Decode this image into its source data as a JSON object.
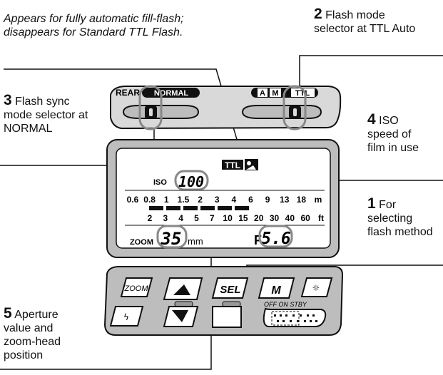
{
  "annotations": {
    "fill_flash_note": "Appears for fully automatic fill-flash; disappears for Standard TTL Flash.",
    "callout_2": {
      "num": "2",
      "text": "Flash mode selector at TTL Auto"
    },
    "callout_3": {
      "num": "3",
      "text": "Flash sync mode selector at NORMAL"
    },
    "callout_4": {
      "num": "4",
      "text": "ISO speed of film in use"
    },
    "callout_1": {
      "num": "1",
      "text": "For selecting flash method"
    },
    "callout_5": {
      "num": "5",
      "text": "Aperture value and zoom-head position"
    }
  },
  "top_panel": {
    "sync_labels": {
      "rear": "REAR",
      "normal": "NORMAL"
    },
    "mode_labels": {
      "a": "A",
      "m": "M",
      "ttl": "TTL"
    }
  },
  "lcd": {
    "ttl_badge": "TTL",
    "iso_label": "ISO",
    "iso_value": "100",
    "meter_scale": [
      "0.6",
      "0.8",
      "1",
      "1.5",
      "2",
      "3",
      "4",
      "6",
      "9",
      "13",
      "18",
      "m"
    ],
    "feet_scale": [
      "2",
      "3",
      "4",
      "5",
      "7",
      "10",
      "15",
      "20",
      "30",
      "40",
      "60",
      "ft"
    ],
    "zoom_label": "ZOOM",
    "zoom_value": "35",
    "zoom_unit": "mm",
    "aperture_prefix": "F",
    "aperture_value": "5.6"
  },
  "buttons": {
    "zoom": "ZOOM",
    "sel": "SEL",
    "m": "M",
    "power_labels": "OFF ON STBY"
  }
}
